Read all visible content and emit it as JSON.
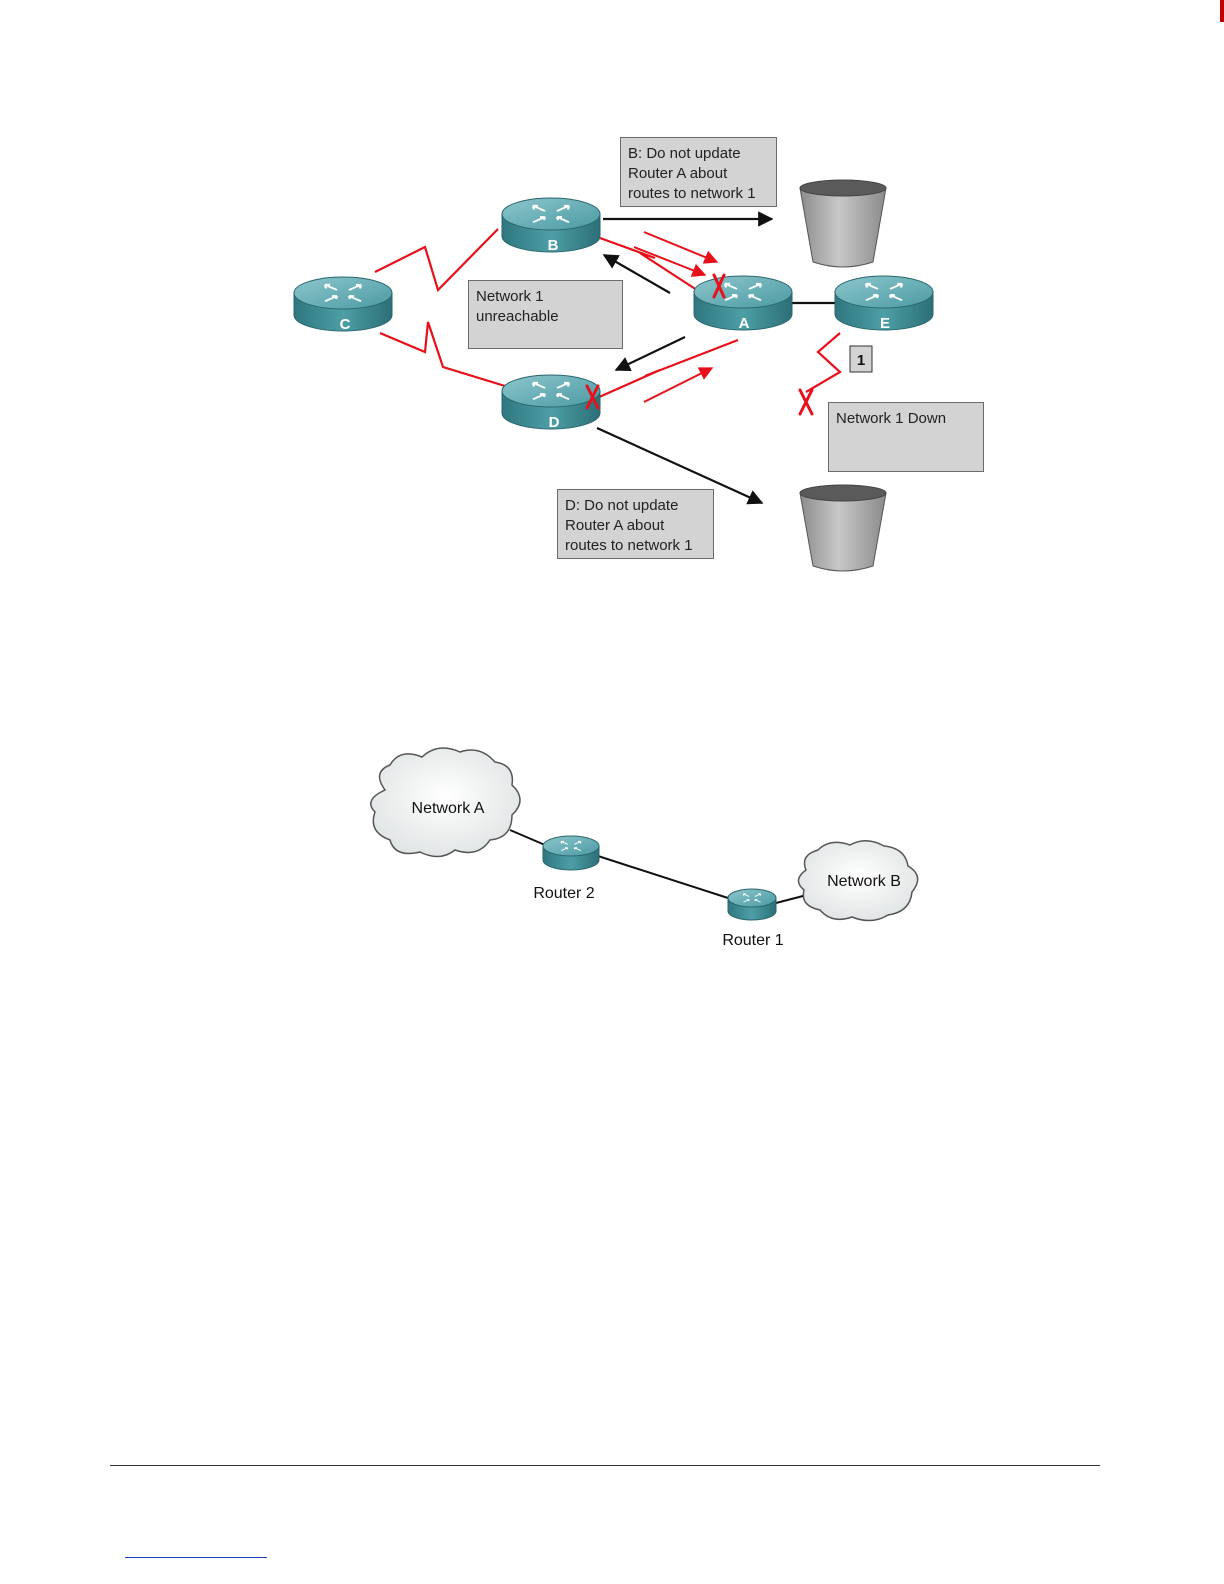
{
  "figure1": {
    "routers": {
      "a": "A",
      "b": "B",
      "c": "C",
      "d": "D",
      "e": "E"
    },
    "notes": {
      "b_note": "B: Do not update\nRouter A about\nroutes to network 1",
      "unreachable_note": "Network 1\nunreachable",
      "down_note": "Network 1 Down",
      "d_note": "D: Do not update\nRouter A about\nroutes to network 1"
    },
    "network_tag": "1"
  },
  "figure2": {
    "clouds": {
      "left": "Network A",
      "right": "Network B"
    },
    "routers": {
      "router2": "Router 2",
      "router1": "Router 1"
    }
  },
  "colors": {
    "serial_link": "#e8101a",
    "arrow": "#111111",
    "router_body": "#3f8f98",
    "router_top": "#6db3ba",
    "note_fill": "#d3d3d3",
    "edge_mark": "#c00000"
  }
}
